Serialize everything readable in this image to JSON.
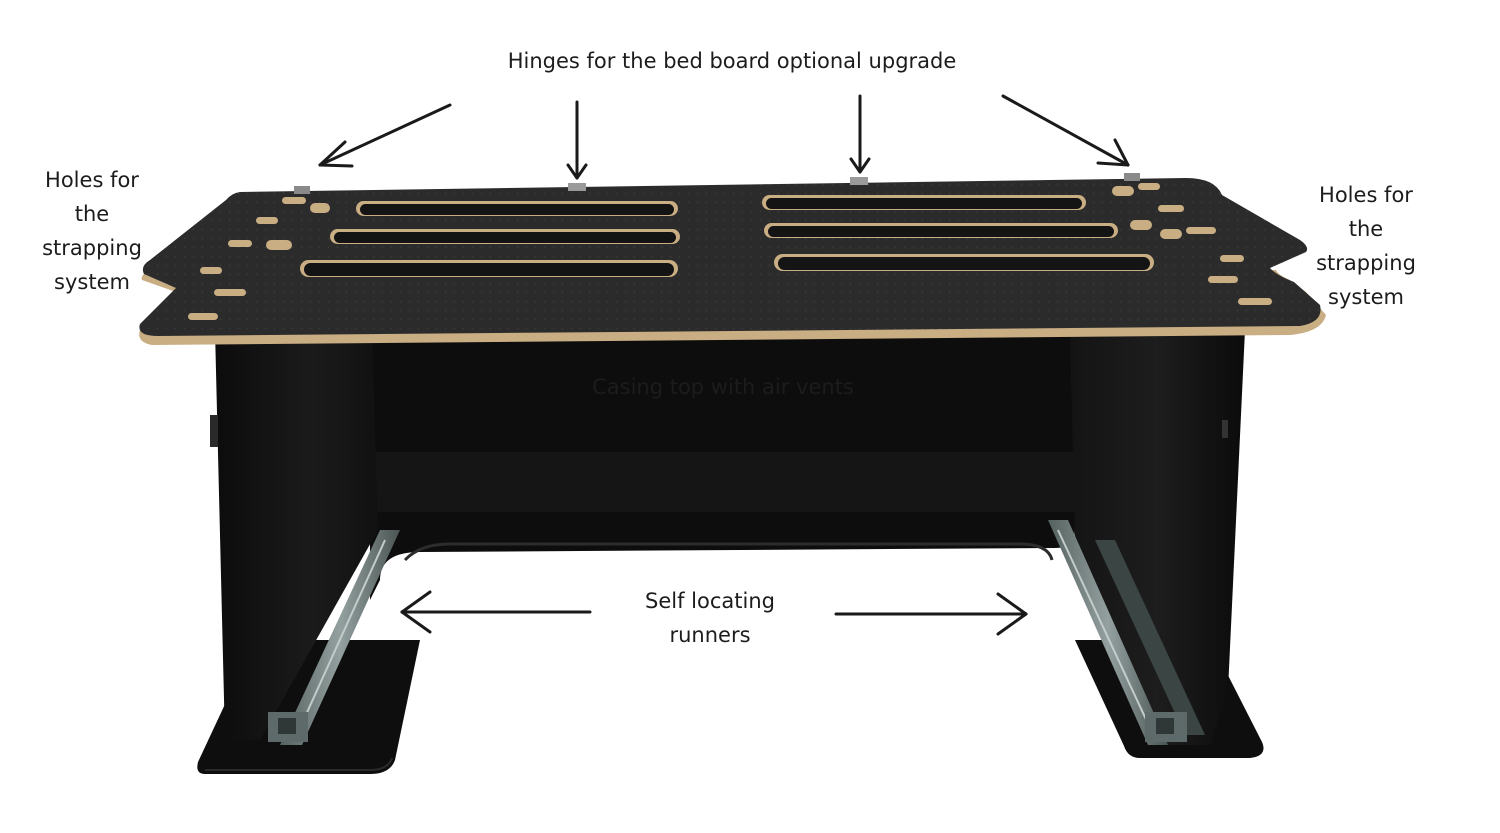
{
  "annotations": {
    "hinges": {
      "text": "Hinges for the bed board optional upgrade"
    },
    "holes_left": {
      "lines": [
        "Holes for",
        "the",
        "strapping",
        "system"
      ]
    },
    "holes_right": {
      "lines": [
        "Holes for",
        "the",
        "strapping",
        "system"
      ]
    },
    "casing": {
      "text": "Casing top with air vents"
    },
    "runners": {
      "lines": [
        "Self locating",
        "runners"
      ]
    }
  },
  "colors": {
    "board_surface": "#2b2b2b",
    "board_edge": "#c9ad83",
    "cabinet": "#111111",
    "slot_inner": "#141414",
    "rail_metal": "#6d7a7d",
    "arrow": "#1a1a1a",
    "label_text": "#1c1c1c",
    "background": "#ffffff"
  }
}
